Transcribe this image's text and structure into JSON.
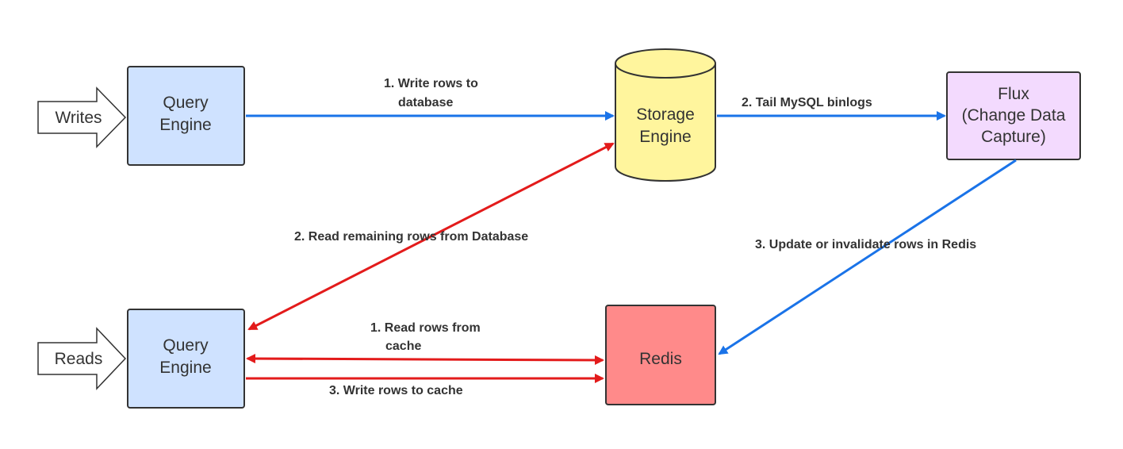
{
  "colors": {
    "query_engine_fill": "#cfe2ff",
    "storage_fill": "#fff59d",
    "flux_fill": "#f3dafe",
    "redis_fill": "#ff8a8a",
    "node_stroke": "#333333",
    "write_path": "#1a73e8",
    "read_path": "#e31b1b"
  },
  "nodes": {
    "writes_input": {
      "label": "Writes"
    },
    "reads_input": {
      "label": "Reads"
    },
    "query_engine_top": {
      "line1": "Query",
      "line2": "Engine"
    },
    "query_engine_bottom": {
      "line1": "Query",
      "line2": "Engine"
    },
    "storage_engine": {
      "line1": "Storage",
      "line2": "Engine"
    },
    "flux": {
      "line1": "Flux",
      "line2": "(Change Data",
      "line3": "Capture)"
    },
    "redis": {
      "label": "Redis"
    }
  },
  "edges": {
    "write_rows": {
      "line1": "1. Write rows to",
      "line2": "database"
    },
    "tail_binlogs": {
      "label": "2. Tail MySQL binlogs"
    },
    "update_redis": {
      "label": "3. Update or invalidate rows in Redis"
    },
    "read_remaining": {
      "label": "2. Read remaining rows from Database"
    },
    "read_cache": {
      "line1": "1. Read rows from",
      "line2": "cache"
    },
    "write_cache": {
      "label": "3. Write rows to cache"
    }
  }
}
